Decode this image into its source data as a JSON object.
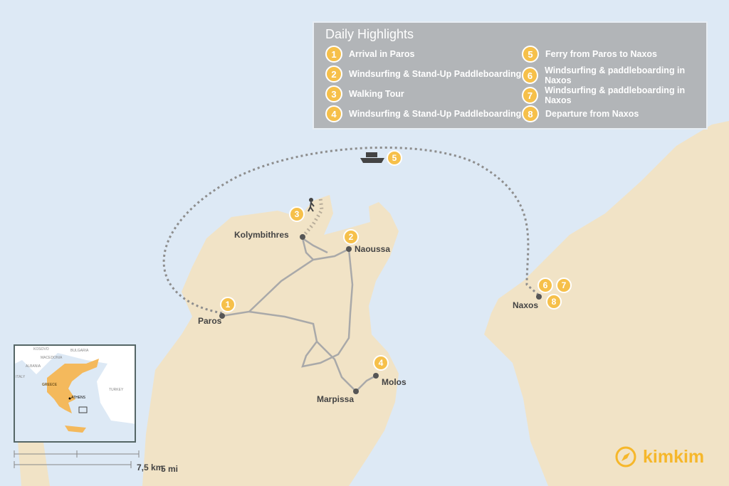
{
  "legend": {
    "title": "Daily Highlights",
    "items": [
      {
        "n": "1",
        "label": "Arrival in Paros"
      },
      {
        "n": "2",
        "label": "Windsurfing & Stand-Up Paddleboarding"
      },
      {
        "n": "3",
        "label": "Walking Tour"
      },
      {
        "n": "4",
        "label": "Windsurfing & Stand-Up Paddleboarding"
      },
      {
        "n": "5",
        "label": "Ferry from Paros to Naxos"
      },
      {
        "n": "6",
        "label": "Windsurfing & paddleboarding in Naxos"
      },
      {
        "n": "7",
        "label": "Windsurfing & paddleboarding in Naxos"
      },
      {
        "n": "8",
        "label": "Departure from Naxos"
      }
    ]
  },
  "places": {
    "paros": "Paros",
    "kolymbithres": "Kolymbithres",
    "naoussa": "Naoussa",
    "marpissa": "Marpissa",
    "molos": "Molos",
    "naxos": "Naxos"
  },
  "inset": {
    "kosovo": "KOSOVO",
    "bulgaria": "BULGARIA",
    "macedonia": "MACEDONIA",
    "albania": "ALBANIA",
    "italy": "ITALY",
    "greece": "GREECE",
    "athens": "ATHENS",
    "turkey": "TURKEY"
  },
  "scale": {
    "km": "7,5 km",
    "mi": "5 mi"
  },
  "brand": "kimkim",
  "colors": {
    "sea": "#dde9f5",
    "land": "#f1e3c6",
    "accent": "#f6c04a",
    "route": "#a9a9a9"
  }
}
